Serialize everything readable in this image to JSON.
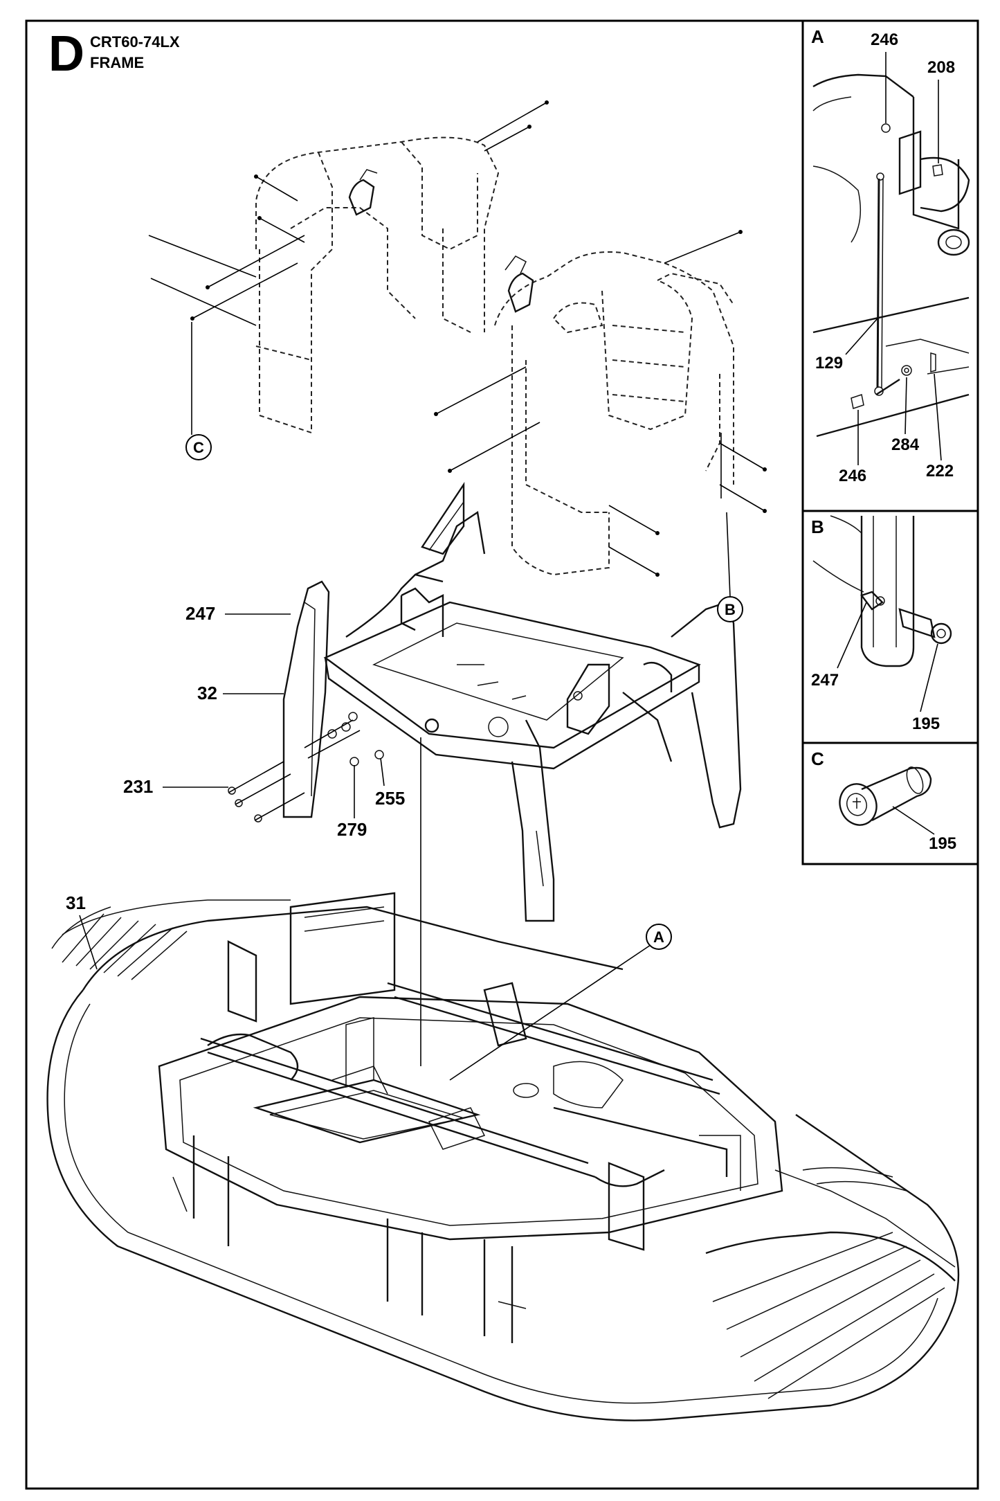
{
  "page": {
    "section_letter": "D",
    "model": "CRT60-74LX",
    "subtitle": "FRAME"
  },
  "main_labels": {
    "l247": "247",
    "l32": "32",
    "l231": "231",
    "l255": "255",
    "l279": "279",
    "l31": "31"
  },
  "callouts": {
    "a": "A",
    "b": "B",
    "c": "C"
  },
  "detail_a": {
    "title": "A",
    "l246_top": "246",
    "l208": "208",
    "l129": "129",
    "l284": "284",
    "l222": "222",
    "l246_bottom": "246"
  },
  "detail_b": {
    "title": "B",
    "l247": "247",
    "l195": "195"
  },
  "detail_c": {
    "title": "C",
    "l195": "195"
  }
}
